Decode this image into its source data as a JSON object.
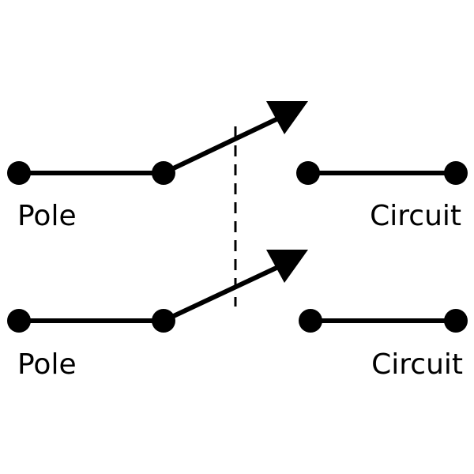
{
  "diagram": {
    "colors": {
      "ink": "#000000",
      "background": "#ffffff"
    },
    "upper_switch": {
      "pole_label": "Pole",
      "circuit_label": "Circuit"
    },
    "lower_switch": {
      "pole_label": "Pole",
      "circuit_label": "Circuit"
    }
  }
}
